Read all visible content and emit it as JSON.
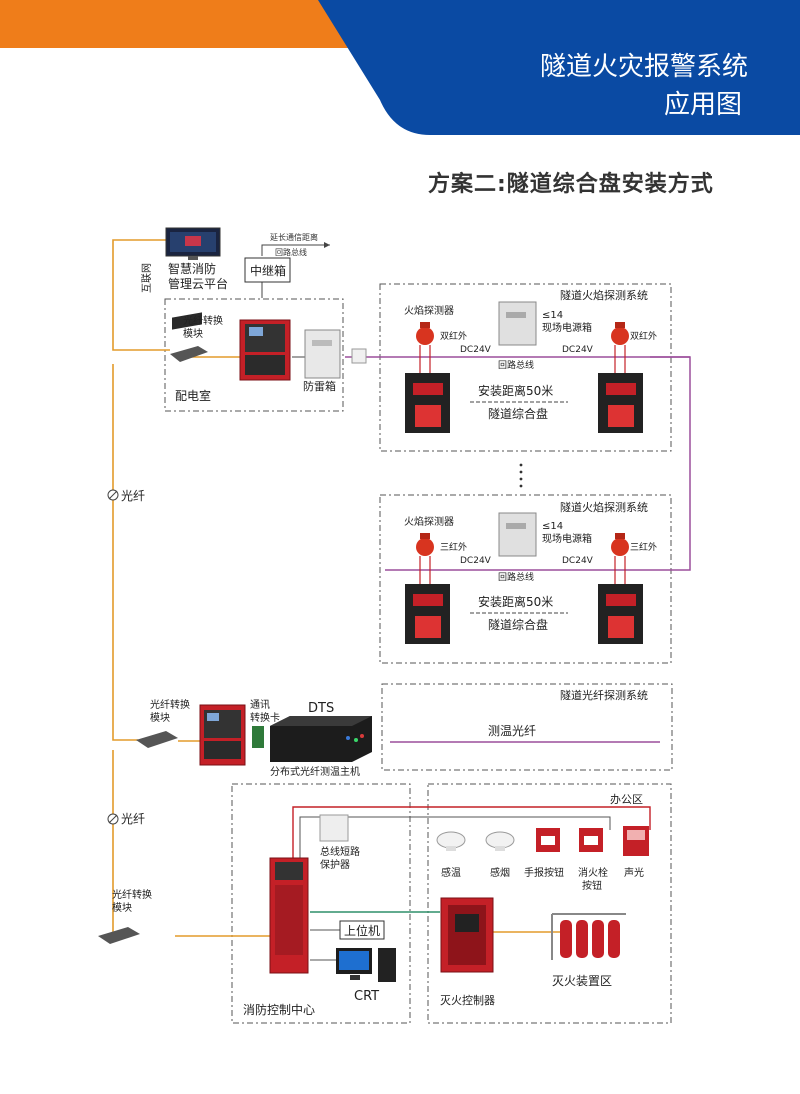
{
  "header": {
    "title_line1": "隧道火灾报警系统",
    "title_line2": "应用图",
    "colors": {
      "orange": "#ef7d1a",
      "blue": "#0a4aa3"
    }
  },
  "scheme_title": "方案二:隧道综合盘安装方式",
  "top": {
    "cloud_platform": "智慧消防\n管理云平台",
    "internet": "互联网",
    "repeater": "中继箱",
    "extend_line1": "延长通信距离",
    "extend_line2": "回路总线",
    "fiber_module": "光纤转换\n模块",
    "distribution_room": "配电室",
    "lightning_box": "防雷箱"
  },
  "tunnel_sections": [
    {
      "system_label": "隧道火焰探测系统",
      "flame_detector": "火焰探测器",
      "detector_type": "双红外",
      "power_box_count": "≤14",
      "power_box": "现场电源箱",
      "dc_left": "DC24V",
      "dc_right": "DC24V",
      "loop_bus": "回路总线",
      "distance": "安装距离50米",
      "panel": "隧道综合盘"
    },
    {
      "system_label": "隧道火焰探测系统",
      "flame_detector": "火焰探测器",
      "detector_type": "三红外",
      "power_box_count": "≤14",
      "power_box": "现场电源箱",
      "dc_left": "DC24V",
      "dc_right": "DC24V",
      "loop_bus": "回路总线",
      "distance": "安装距离50米",
      "panel": "隧道综合盘"
    }
  ],
  "fiber_label": "光纤",
  "dts": {
    "fiber_module": "光纤转换\n模块",
    "comm_card": "通讯\n转换卡",
    "dts_label": "DTS",
    "host": "分布式光纤测温主机",
    "system_label": "隧道光纤探测系统",
    "fiber_temp": "测温光纤"
  },
  "control": {
    "fiber_label": "光纤",
    "fiber_module": "光纤转换\n模块",
    "protector": "总线短路\n保护器",
    "upper_pc": "上位机",
    "crt": "CRT",
    "center": "消防控制中心",
    "office": "办公区",
    "devices": [
      "感温",
      "感烟",
      "手报按钮",
      "消火栓\n按钮",
      "声光"
    ],
    "extinguish_controller": "灭火控制器",
    "extinguish_area": "灭火装置区"
  }
}
